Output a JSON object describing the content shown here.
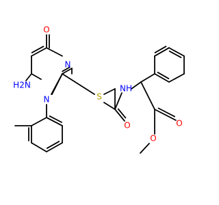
{
  "background": "#ffffff",
  "bond_color": "#000000",
  "atom_colors": {
    "O": "#ff0000",
    "N": "#0000ff",
    "S": "#b8a200",
    "C": "#000000"
  },
  "atoms": {
    "o_ring": "O",
    "n_ring": "N",
    "n_aryl": "N",
    "nh2": "H2N",
    "s": "S",
    "nh": "NH",
    "o_amide": "O",
    "o_ester_carbonyl": "O",
    "o_ester": "O"
  }
}
